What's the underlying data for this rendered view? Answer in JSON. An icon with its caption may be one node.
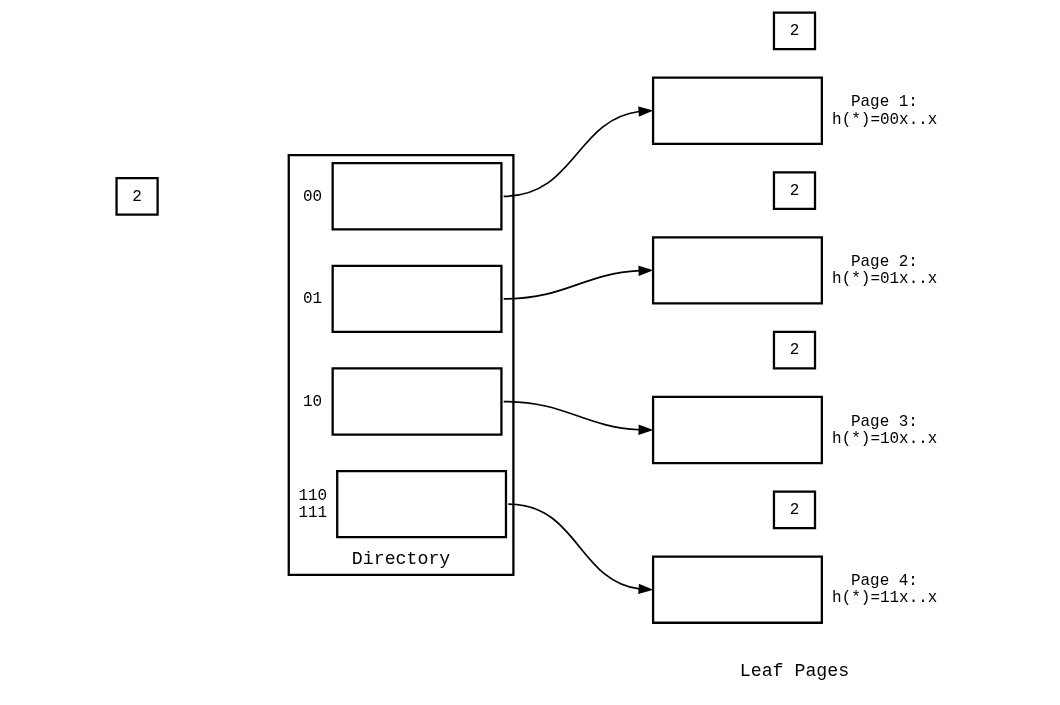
{
  "diagram": {
    "nodes": [
      {
        "text": [
          "2"
        ]
      },
      {
        "text": [
          "Directory"
        ]
      },
      {
        "text": [],
        "shape": "box",
        "in": 1,
        "beside": [
          "00"
        ]
      },
      {
        "text": [],
        "shape": "box",
        "in": 1,
        "beside": [
          "01"
        ]
      },
      {
        "text": [],
        "shape": "box",
        "in": 1,
        "beside": [
          "10"
        ]
      },
      {
        "text": [],
        "shape": "box",
        "in": 1,
        "beside": [
          "110",
          "111"
        ]
      },
      {
        "text": [
          "2"
        ]
      },
      {
        "text": [],
        "shape": "box",
        "beside": [
          "Page 1:",
          "h(*)=00x..x"
        ]
      },
      {
        "text": [
          "2"
        ]
      },
      {
        "text": [],
        "shape": "box",
        "beside": [
          "Page 2:",
          "h(*)=01x..x"
        ]
      },
      {
        "text": [
          "2"
        ]
      },
      {
        "text": [],
        "shape": "box",
        "beside": [
          "Page 3:",
          "h(*)=10x..x"
        ]
      },
      {
        "text": [
          "2"
        ]
      },
      {
        "text": [],
        "shape": "box",
        "beside": [
          "Page 4:",
          "h(*)=11x..x"
        ]
      }
    ],
    "edges": [
      {
        "from": 2,
        "to": 7,
        "arrow": "to"
      },
      {
        "from": 3,
        "to": 9,
        "arrow": "to"
      },
      {
        "from": 4,
        "to": 11,
        "arrow": "to"
      },
      {
        "from": 5,
        "to": 13,
        "arrow": "to"
      }
    ],
    "labels": [
      "Leaf Pages"
    ]
  }
}
